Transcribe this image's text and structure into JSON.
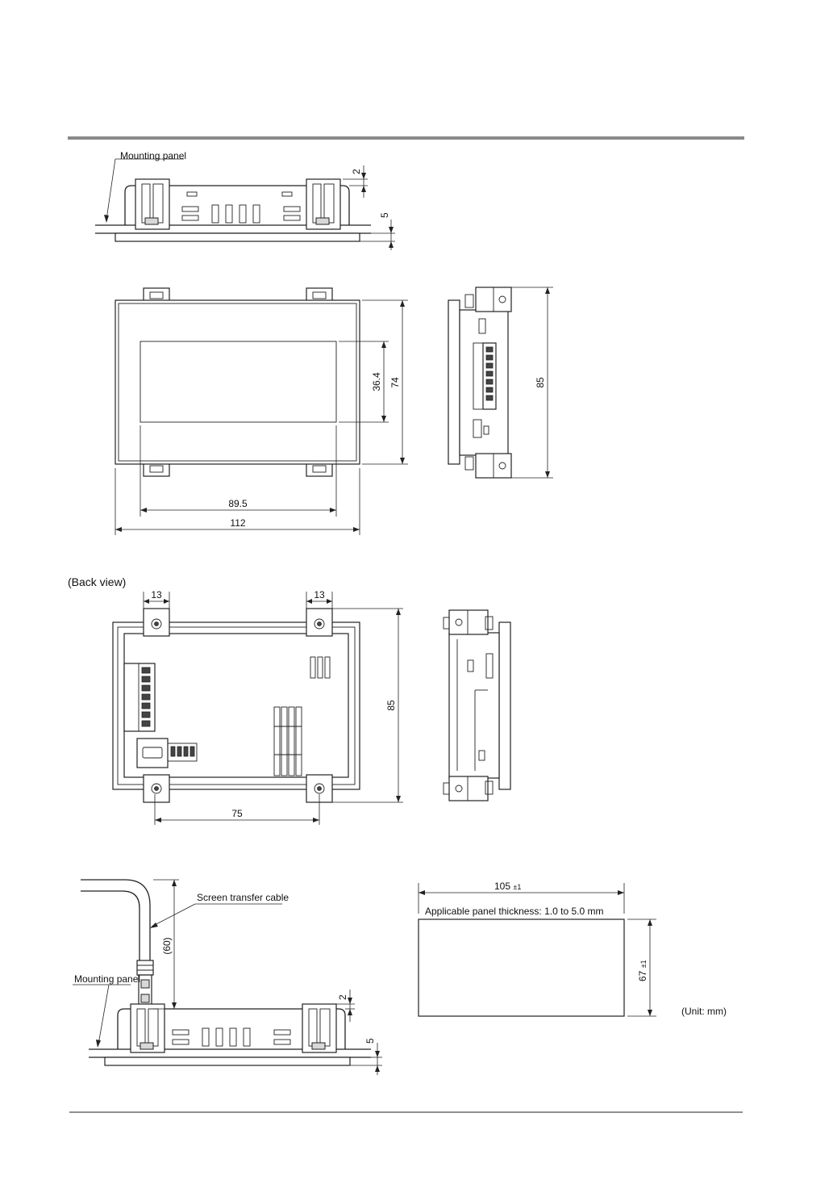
{
  "colors": {
    "rule": "#8a8a8a",
    "line": "#222222",
    "shade": "#d8d8d8"
  },
  "top_side": {
    "mounting_panel": "Mounting panel",
    "dim_top": "2",
    "dim_bottom": "5"
  },
  "front": {
    "dim_display_width": "89.5",
    "dim_width": "112",
    "dim_display_height": "36.4",
    "dim_height": "74"
  },
  "right_side": {
    "dim_height": "85"
  },
  "back": {
    "title": "(Back view)",
    "dim_left_offset": "13",
    "dim_right_offset": "13",
    "dim_height": "85",
    "dim_mount_spacing": "75"
  },
  "cable": {
    "cable_label": "Screen transfer cable",
    "mounting_panel": "Mounting panel",
    "dim_cable": "(60)",
    "dim_top": "2",
    "dim_bottom": "5"
  },
  "cutout": {
    "dim_width": "105",
    "dim_width_tol": "±1",
    "thickness": "Applicable panel thickness: 1.0 to 5.0 mm",
    "dim_height": "67",
    "dim_height_tol": "±1",
    "unit": "(Unit: mm)"
  }
}
